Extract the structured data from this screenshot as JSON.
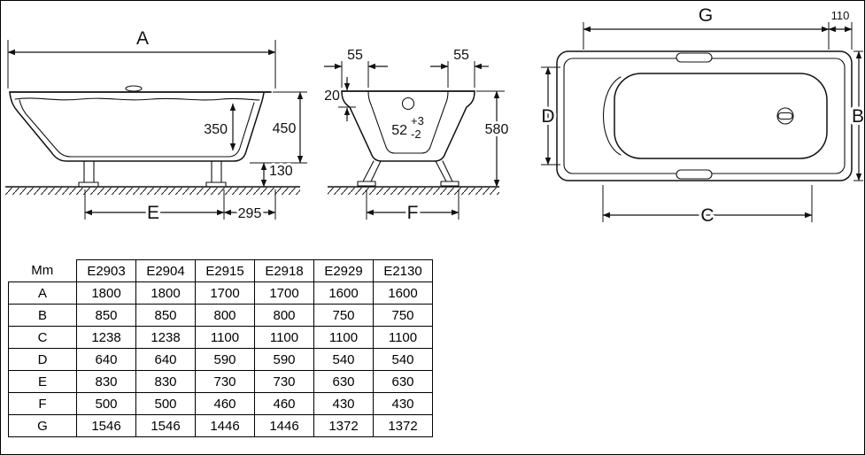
{
  "views": {
    "side": {
      "length_label": "A",
      "inner_depth": "350",
      "rim_height": "450",
      "leg_height": "130",
      "base_length_label": "E",
      "end_offset": "295"
    },
    "end": {
      "rim_lip_left": "55",
      "rim_lip_right": "55",
      "rim_thickness": "20",
      "drain_diameter": "52",
      "drain_tolerance_plus": "+3",
      "drain_tolerance_minus": "-2",
      "overall_height": "580",
      "foot_span_label": "F"
    },
    "top": {
      "shell_length_label": "G",
      "end_margin": "110",
      "inner_width_label": "D",
      "overall_width_label": "B",
      "base_length_label": "C"
    }
  },
  "table": {
    "columns": [
      "Mm",
      "E2903",
      "E2904",
      "E2915",
      "E2918",
      "E2929",
      "E2130"
    ],
    "rows": [
      {
        "label": "A",
        "values": [
          "1800",
          "1800",
          "1700",
          "1700",
          "1600",
          "1600"
        ]
      },
      {
        "label": "B",
        "values": [
          "850",
          "850",
          "800",
          "800",
          "750",
          "750"
        ]
      },
      {
        "label": "C",
        "values": [
          "1238",
          "1238",
          "1100",
          "1100",
          "1100",
          "1100"
        ]
      },
      {
        "label": "D",
        "values": [
          "640",
          "640",
          "590",
          "590",
          "540",
          "540"
        ]
      },
      {
        "label": "E",
        "values": [
          "830",
          "830",
          "730",
          "730",
          "630",
          "630"
        ]
      },
      {
        "label": "F",
        "values": [
          "500",
          "500",
          "460",
          "460",
          "430",
          "430"
        ]
      },
      {
        "label": "G",
        "values": [
          "1546",
          "1546",
          "1446",
          "1446",
          "1372",
          "1372"
        ]
      }
    ]
  }
}
